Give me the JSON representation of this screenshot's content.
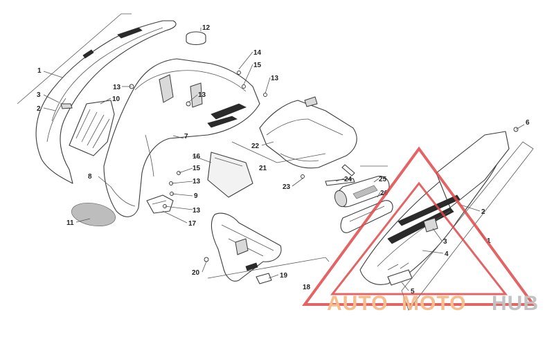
{
  "callouts": [
    {
      "id": "c1a",
      "text": "1"
    },
    {
      "id": "c3a",
      "text": "3"
    },
    {
      "id": "c2a",
      "text": "2"
    },
    {
      "id": "c13a",
      "text": "13"
    },
    {
      "id": "c10",
      "text": "10"
    },
    {
      "id": "c12",
      "text": "12"
    },
    {
      "id": "c13b",
      "text": "13"
    },
    {
      "id": "c14",
      "text": "14"
    },
    {
      "id": "c15a",
      "text": "15"
    },
    {
      "id": "c13c",
      "text": "13"
    },
    {
      "id": "c7",
      "text": "7"
    },
    {
      "id": "c22",
      "text": "22"
    },
    {
      "id": "c16",
      "text": "16"
    },
    {
      "id": "c15b",
      "text": "15"
    },
    {
      "id": "c21",
      "text": "21"
    },
    {
      "id": "c13d",
      "text": "13"
    },
    {
      "id": "c8",
      "text": "8"
    },
    {
      "id": "c9",
      "text": "9"
    },
    {
      "id": "c23",
      "text": "23"
    },
    {
      "id": "c24",
      "text": "24"
    },
    {
      "id": "c25",
      "text": "25"
    },
    {
      "id": "c26",
      "text": "26"
    },
    {
      "id": "c13e",
      "text": "13"
    },
    {
      "id": "c11",
      "text": "11"
    },
    {
      "id": "c17",
      "text": "17"
    },
    {
      "id": "c6",
      "text": "6"
    },
    {
      "id": "c2b",
      "text": "2"
    },
    {
      "id": "c1b",
      "text": "1"
    },
    {
      "id": "c3b",
      "text": "3"
    },
    {
      "id": "c4",
      "text": "4"
    },
    {
      "id": "c20",
      "text": "20"
    },
    {
      "id": "c19",
      "text": "19"
    },
    {
      "id": "c18",
      "text": "18"
    },
    {
      "id": "c5",
      "text": "5"
    }
  ],
  "watermark": {
    "part1": "AUTO",
    "part2": "MOTO",
    "part3": "HUB",
    "color_orange": "#f6b27a",
    "color_gray": "#b8b8b8",
    "color_red": "#e0484a"
  }
}
